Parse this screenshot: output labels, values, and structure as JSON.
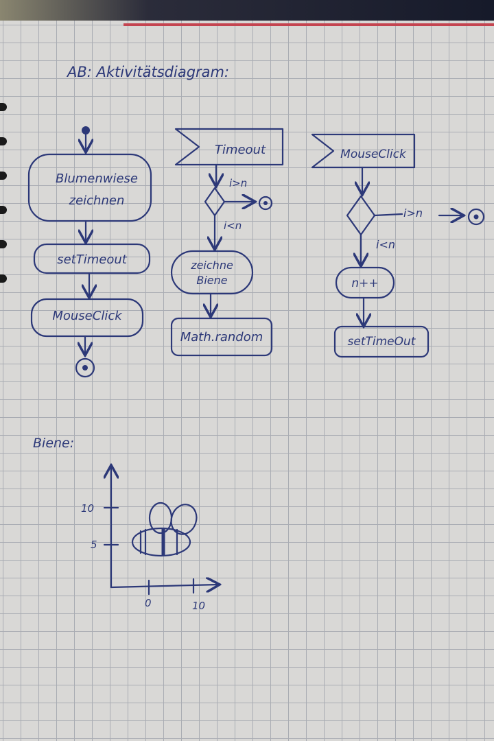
{
  "title": "AB: Aktivitätsdiagram:",
  "diagram1": {
    "box1": [
      "Blumenwiese",
      "zeichnen"
    ],
    "box2": "setTimeout",
    "box3": "MouseClick"
  },
  "diagram2": {
    "signal": "Timeout",
    "cond_true": "i>n",
    "cond_false": "i<n",
    "box1": [
      "zeichne",
      "Biene"
    ],
    "box2": "Math.random"
  },
  "diagram3": {
    "signal": "MouseClick",
    "cond_true": "i>n",
    "cond_false": "i<n",
    "box1": "n++",
    "box2": "setTimeOut"
  },
  "bee_section": {
    "label": "Biene:",
    "y_ticks": [
      "10",
      "5"
    ],
    "x_ticks": [
      "0",
      "10"
    ]
  },
  "colors": {
    "ink": "#2c3878",
    "paper": "#d9d8d6",
    "grid": "#a9acb3"
  }
}
